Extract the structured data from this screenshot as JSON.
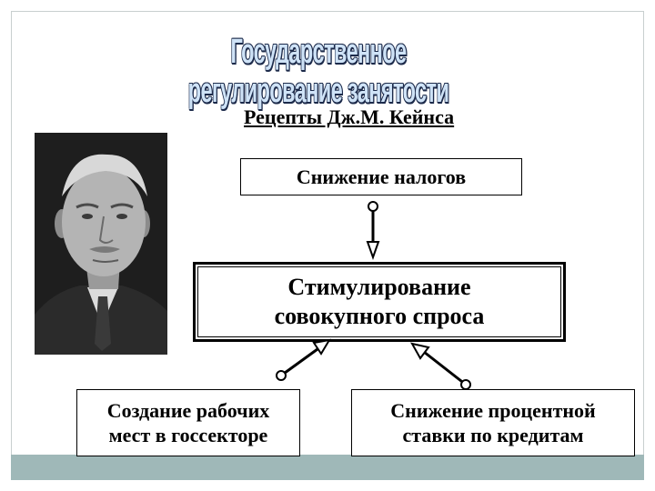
{
  "slide": {
    "title": "Государственное регулирование занятости",
    "subtitle": "Рецепты Дж.М. Кейнса"
  },
  "diagram": {
    "top_box": "Снижение налогов",
    "center_box": {
      "line1": "Стимулирование",
      "line2": "совокупного спроса"
    },
    "left_box": {
      "line1": "Создание рабочих",
      "line2": "мест в госсекторе"
    },
    "right_box": {
      "line1": "Снижение процентной",
      "line2": "ставки по кредитам"
    }
  },
  "colors": {
    "title_fill": "#cfe3f7",
    "title_outline": "#1c2a4a",
    "bottom_bar": "#9fb8b8"
  }
}
